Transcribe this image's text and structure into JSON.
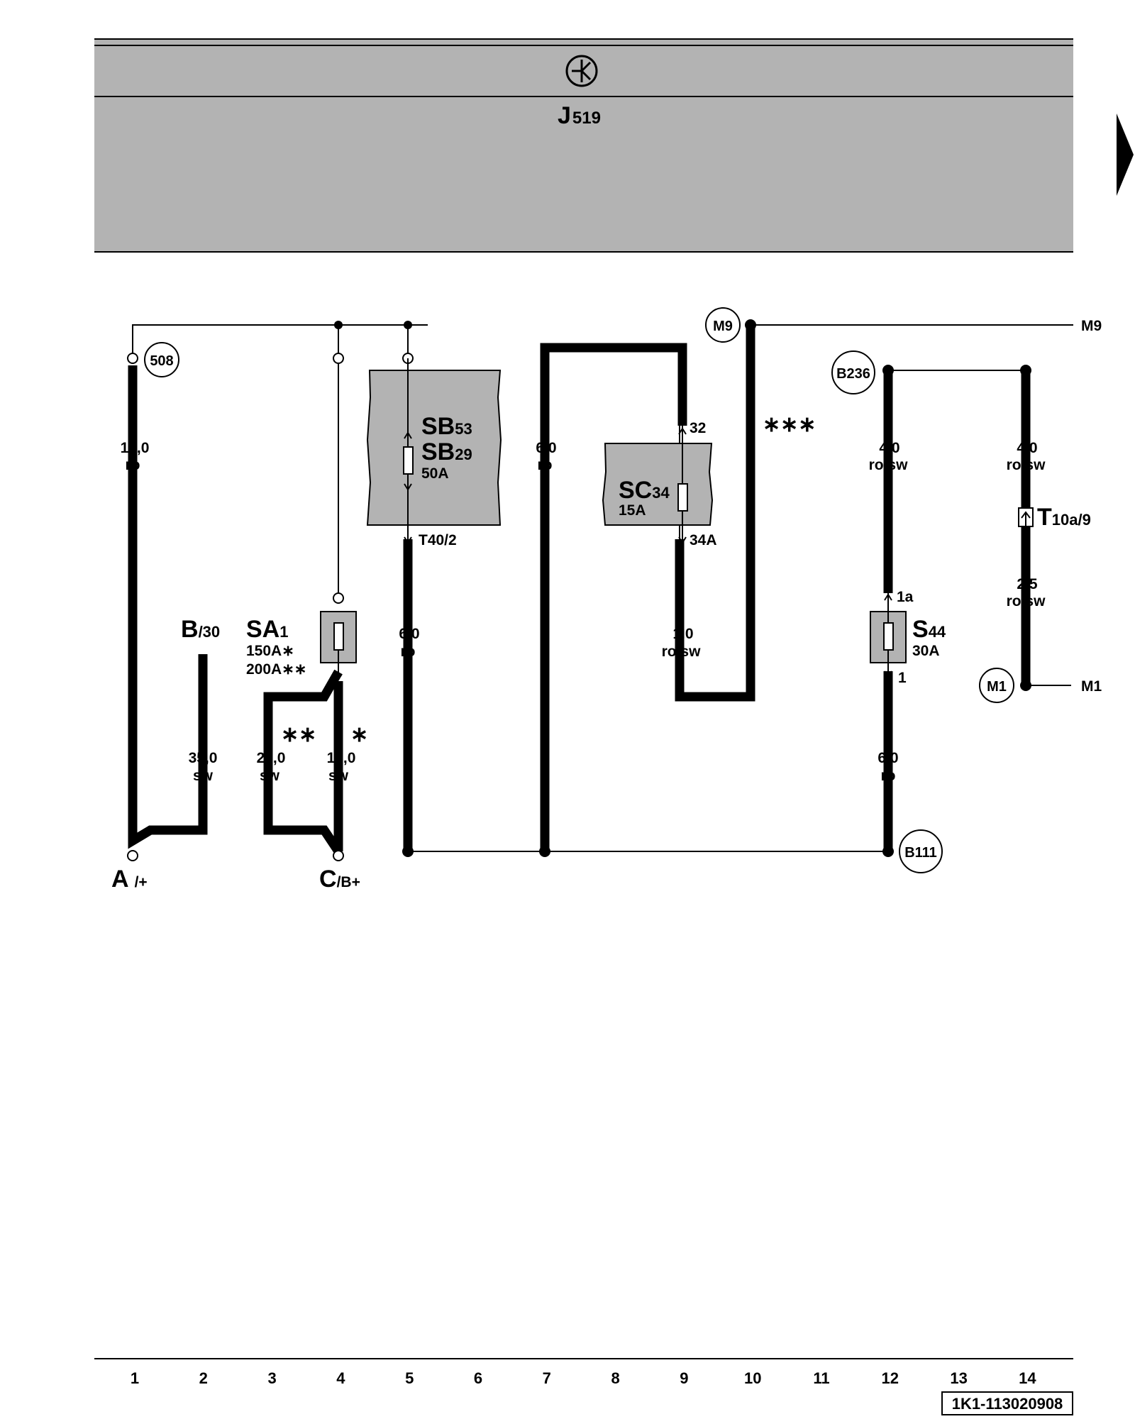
{
  "header": {
    "module_label": "J",
    "module_sub": "519"
  },
  "wires": {
    "w1": {
      "size": "16,0",
      "color": "ro"
    },
    "w2": {
      "size": "35,0",
      "color": "sw"
    },
    "w3": {
      "size": "25,0",
      "color": "sw"
    },
    "w4": {
      "size": "16,0",
      "color": "sw"
    },
    "w5": {
      "size": "6,0",
      "color": "ro"
    },
    "w7": {
      "size": "6,0",
      "color": "ro"
    },
    "w9": {
      "size": "1,0",
      "color": "ro/sw"
    },
    "w12a": {
      "size": "4,0",
      "color": "ro/sw"
    },
    "w12b": {
      "size": "6,0",
      "color": "ro"
    },
    "w14a": {
      "size": "4,0",
      "color": "ro/sw"
    },
    "w14b": {
      "size": "2,5",
      "color": "ro/sw"
    }
  },
  "markers": {
    "m508": "508",
    "m9": "M9",
    "b236": "B236",
    "b111": "B111",
    "m1": "M1"
  },
  "edge_labels": {
    "m9": "M9",
    "m1": "M1"
  },
  "fuses": {
    "sb53": {
      "name": "SB",
      "sub": "53"
    },
    "sb29": {
      "name": "SB",
      "sub": "29",
      "rating": "50A"
    },
    "sc34": {
      "name": "SC",
      "sub": "34",
      "rating": "15A"
    },
    "sa1": {
      "name": "SA",
      "sub": "1",
      "rating1": "150A",
      "star1": "∗",
      "rating2": "200A",
      "star2": "∗∗"
    },
    "s44": {
      "name": "S",
      "sub": "44",
      "rating": "30A"
    }
  },
  "pins": {
    "t40_2": "T40/2",
    "p32": "32",
    "p34a": "34A",
    "p1a": "1a",
    "p1": "1"
  },
  "connector_t10": {
    "name": "T",
    "sub": "10a/9"
  },
  "terminals": {
    "a": {
      "main": "A",
      "sub": "/+"
    },
    "b": {
      "main": "B",
      "sub": "/30"
    },
    "c": {
      "main": "C",
      "sub": "/B+"
    }
  },
  "notes": {
    "dbl_star": "∗∗",
    "sgl_star": "∗",
    "triple_star": "∗∗∗"
  },
  "footer": {
    "columns": [
      "1",
      "2",
      "3",
      "4",
      "5",
      "6",
      "7",
      "8",
      "9",
      "10",
      "11",
      "12",
      "13",
      "14"
    ],
    "doc_id": "1K1-113020908"
  },
  "colors": {
    "panel_gray": "#b3b3b3",
    "line": "#000000",
    "background": "#ffffff"
  }
}
